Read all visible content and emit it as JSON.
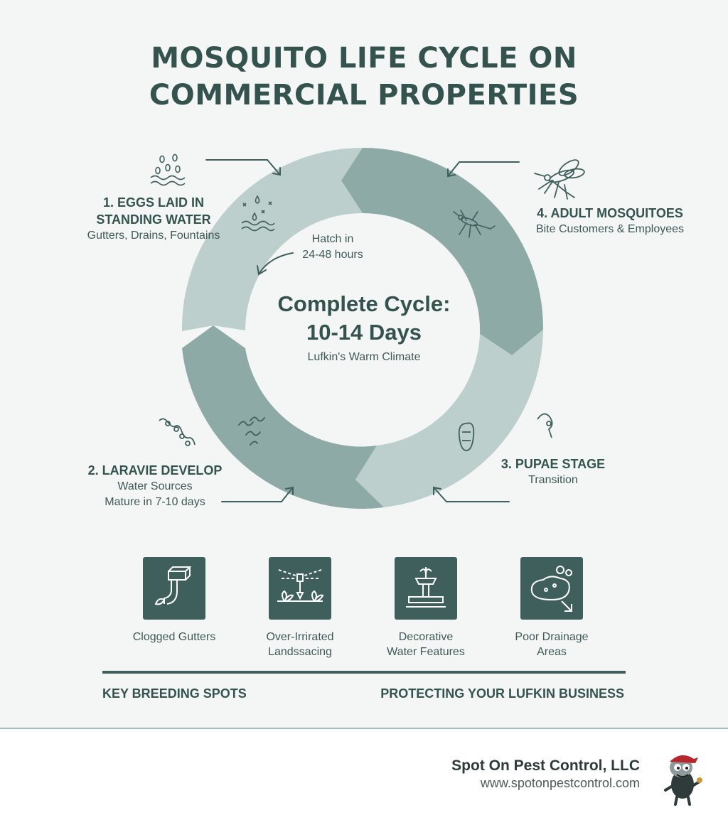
{
  "title": {
    "line1": "MOSQUITO LIFE CYCLE ON",
    "line2": "COMMERCIAL PROPERTIES"
  },
  "center": {
    "title_line1": "Complete Cycle:",
    "title_line2": "10-14 Days",
    "subtitle": "Lufkin's Warm Climate"
  },
  "hatch_note": {
    "line1": "Hatch in",
    "line2": "24-48 hours"
  },
  "stages": [
    {
      "heading_line1": "1. EGGS LAID IN",
      "heading_line2": "STANDING WATER",
      "detail_line1": "Gutters, Drains, Fountains",
      "icon": "eggs-water-icon"
    },
    {
      "heading_line1": "2. LARAVIE DEVELOP",
      "detail_line1": "Water Sources",
      "detail_line2": "Mature in 7-10 days",
      "icon": "larvae-icon"
    },
    {
      "heading_line1": "3. PUPAE STAGE",
      "detail_line1": "Transition",
      "icon": "pupa-icon"
    },
    {
      "heading_line1": "4. ADULT MOSQUITOES",
      "detail_line1": "Bite Customers & Employees",
      "icon": "mosquito-icon"
    }
  ],
  "breeding_spots": [
    {
      "line1": "Clogged Gutters",
      "line2": "",
      "icon": "gutter-icon"
    },
    {
      "line1": "Over-Irrirated",
      "line2": "Landssacing",
      "icon": "sprinkler-icon"
    },
    {
      "line1": "Decorative",
      "line2": "Water Features",
      "icon": "fountain-icon"
    },
    {
      "line1": "Poor Drainage",
      "line2": "Areas",
      "icon": "puddle-icon"
    }
  ],
  "footer_tags": {
    "left": "KEY BREEDING SPOTS",
    "right": "PROTECTING YOUR LUFKIN BUSINESS"
  },
  "company": {
    "name": "Spot On Pest Control, LLC",
    "url": "www.spotonpestcontrol.com"
  },
  "colors": {
    "dark_teal": "#3f5f5d",
    "light_segment": "#bccfcc",
    "dark_segment": "#8eaaa7",
    "text": "#34534f"
  }
}
